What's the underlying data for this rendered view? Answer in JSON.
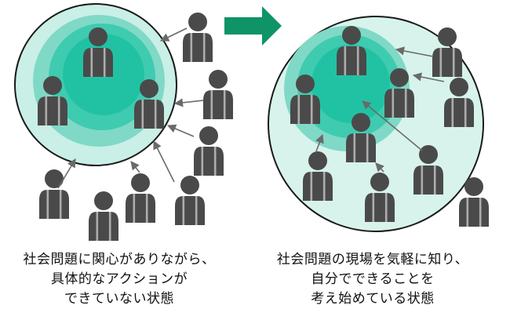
{
  "colors": {
    "person": "#4a4a4a",
    "outer_circle_left": "#c9efe6",
    "outer_circle_right": "#d7f3ec",
    "ring_mid": "#7fd9c6",
    "ring_inner": "#3fcbb0",
    "core": "#21c2a4",
    "circle_stroke": "#1a1a1a",
    "arrow": "#6a6a6a",
    "transition_arrow": "#0e9466"
  },
  "icons": {
    "person": "person-icon",
    "transition": "right-arrow-icon"
  },
  "captions": {
    "left": [
      "社会問題に関心がありながら、",
      "具体的なアクションが",
      "できていない状態"
    ],
    "right": [
      "社会問題の現場を気軽に知り、",
      "自分でできることを",
      "考え始めている状態"
    ]
  }
}
